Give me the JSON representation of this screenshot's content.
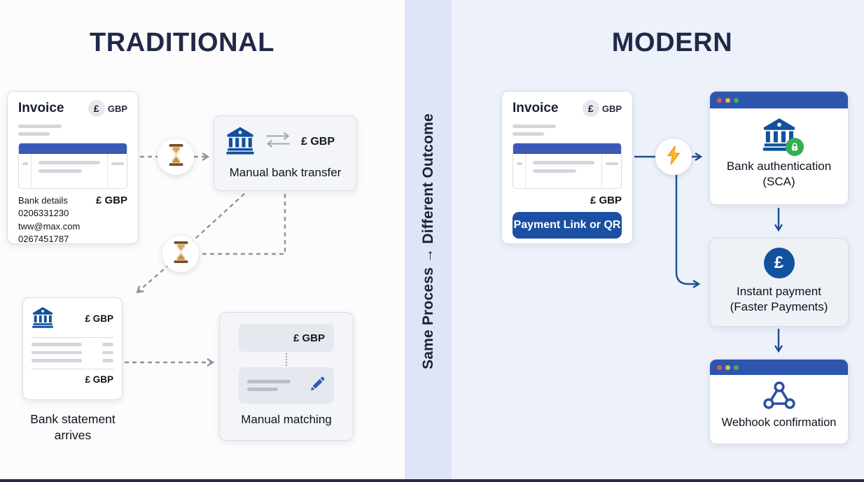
{
  "colors": {
    "title_navy": "#202a47",
    "header_blue": "#2e55ae",
    "table_header_blue": "#3b5ab6",
    "button_blue": "#1b4fa3",
    "icon_blue": "#11519e",
    "arrow_blue": "#1d4c92",
    "dash_grey": "#8f949c",
    "green_lock": "#33ae53",
    "divider_bg": "#dfe5f7",
    "right_bg": "#edf1fa",
    "left_bg": "#fcfcfd",
    "bottom_bar": "#212b47",
    "traffic_red": "#e2574f",
    "traffic_yellow": "#e5b93f",
    "traffic_green": "#3db45f"
  },
  "left": {
    "title": "TRADITIONAL",
    "invoice": {
      "title": "Invoice",
      "badge_symbol": "£",
      "badge_code": "GBP",
      "amount": "£ GBP",
      "bank_details_label": "Bank details",
      "lines": [
        "0206331230",
        "tww@max.com",
        "0267451787"
      ]
    },
    "manual_transfer": {
      "amount": "£ GBP",
      "label": "Manual bank transfer"
    },
    "bank_statement": {
      "amount_top": "£ GBP",
      "amount_bottom": "£ GBP",
      "caption": "Bank statement arrives"
    },
    "manual_matching": {
      "amount": "£ GBP",
      "label": "Manual matching"
    }
  },
  "divider": {
    "label": "Same Process → Different Outcome"
  },
  "right": {
    "title": "MODERN",
    "invoice": {
      "title": "Invoice",
      "badge_symbol": "£",
      "badge_code": "GBP",
      "amount": "£ GBP",
      "button_label": "Payment Link or QR"
    },
    "bank_auth": {
      "line1": "Bank authentication",
      "line2": "(SCA)"
    },
    "instant_payment": {
      "symbol": "£",
      "line1": "Instant payment",
      "line2": "(Faster Payments)"
    },
    "webhook": {
      "label": "Webhook confirmation"
    }
  },
  "icons": {
    "hourglass": "⌛",
    "lightning": "⚡",
    "pencil": "✏",
    "lock": "🔒",
    "bank": "bank-columns",
    "transfer_arrows": "⇄",
    "webhook": "webhook-nodes",
    "traffic_lights": "red-yellow-green"
  }
}
